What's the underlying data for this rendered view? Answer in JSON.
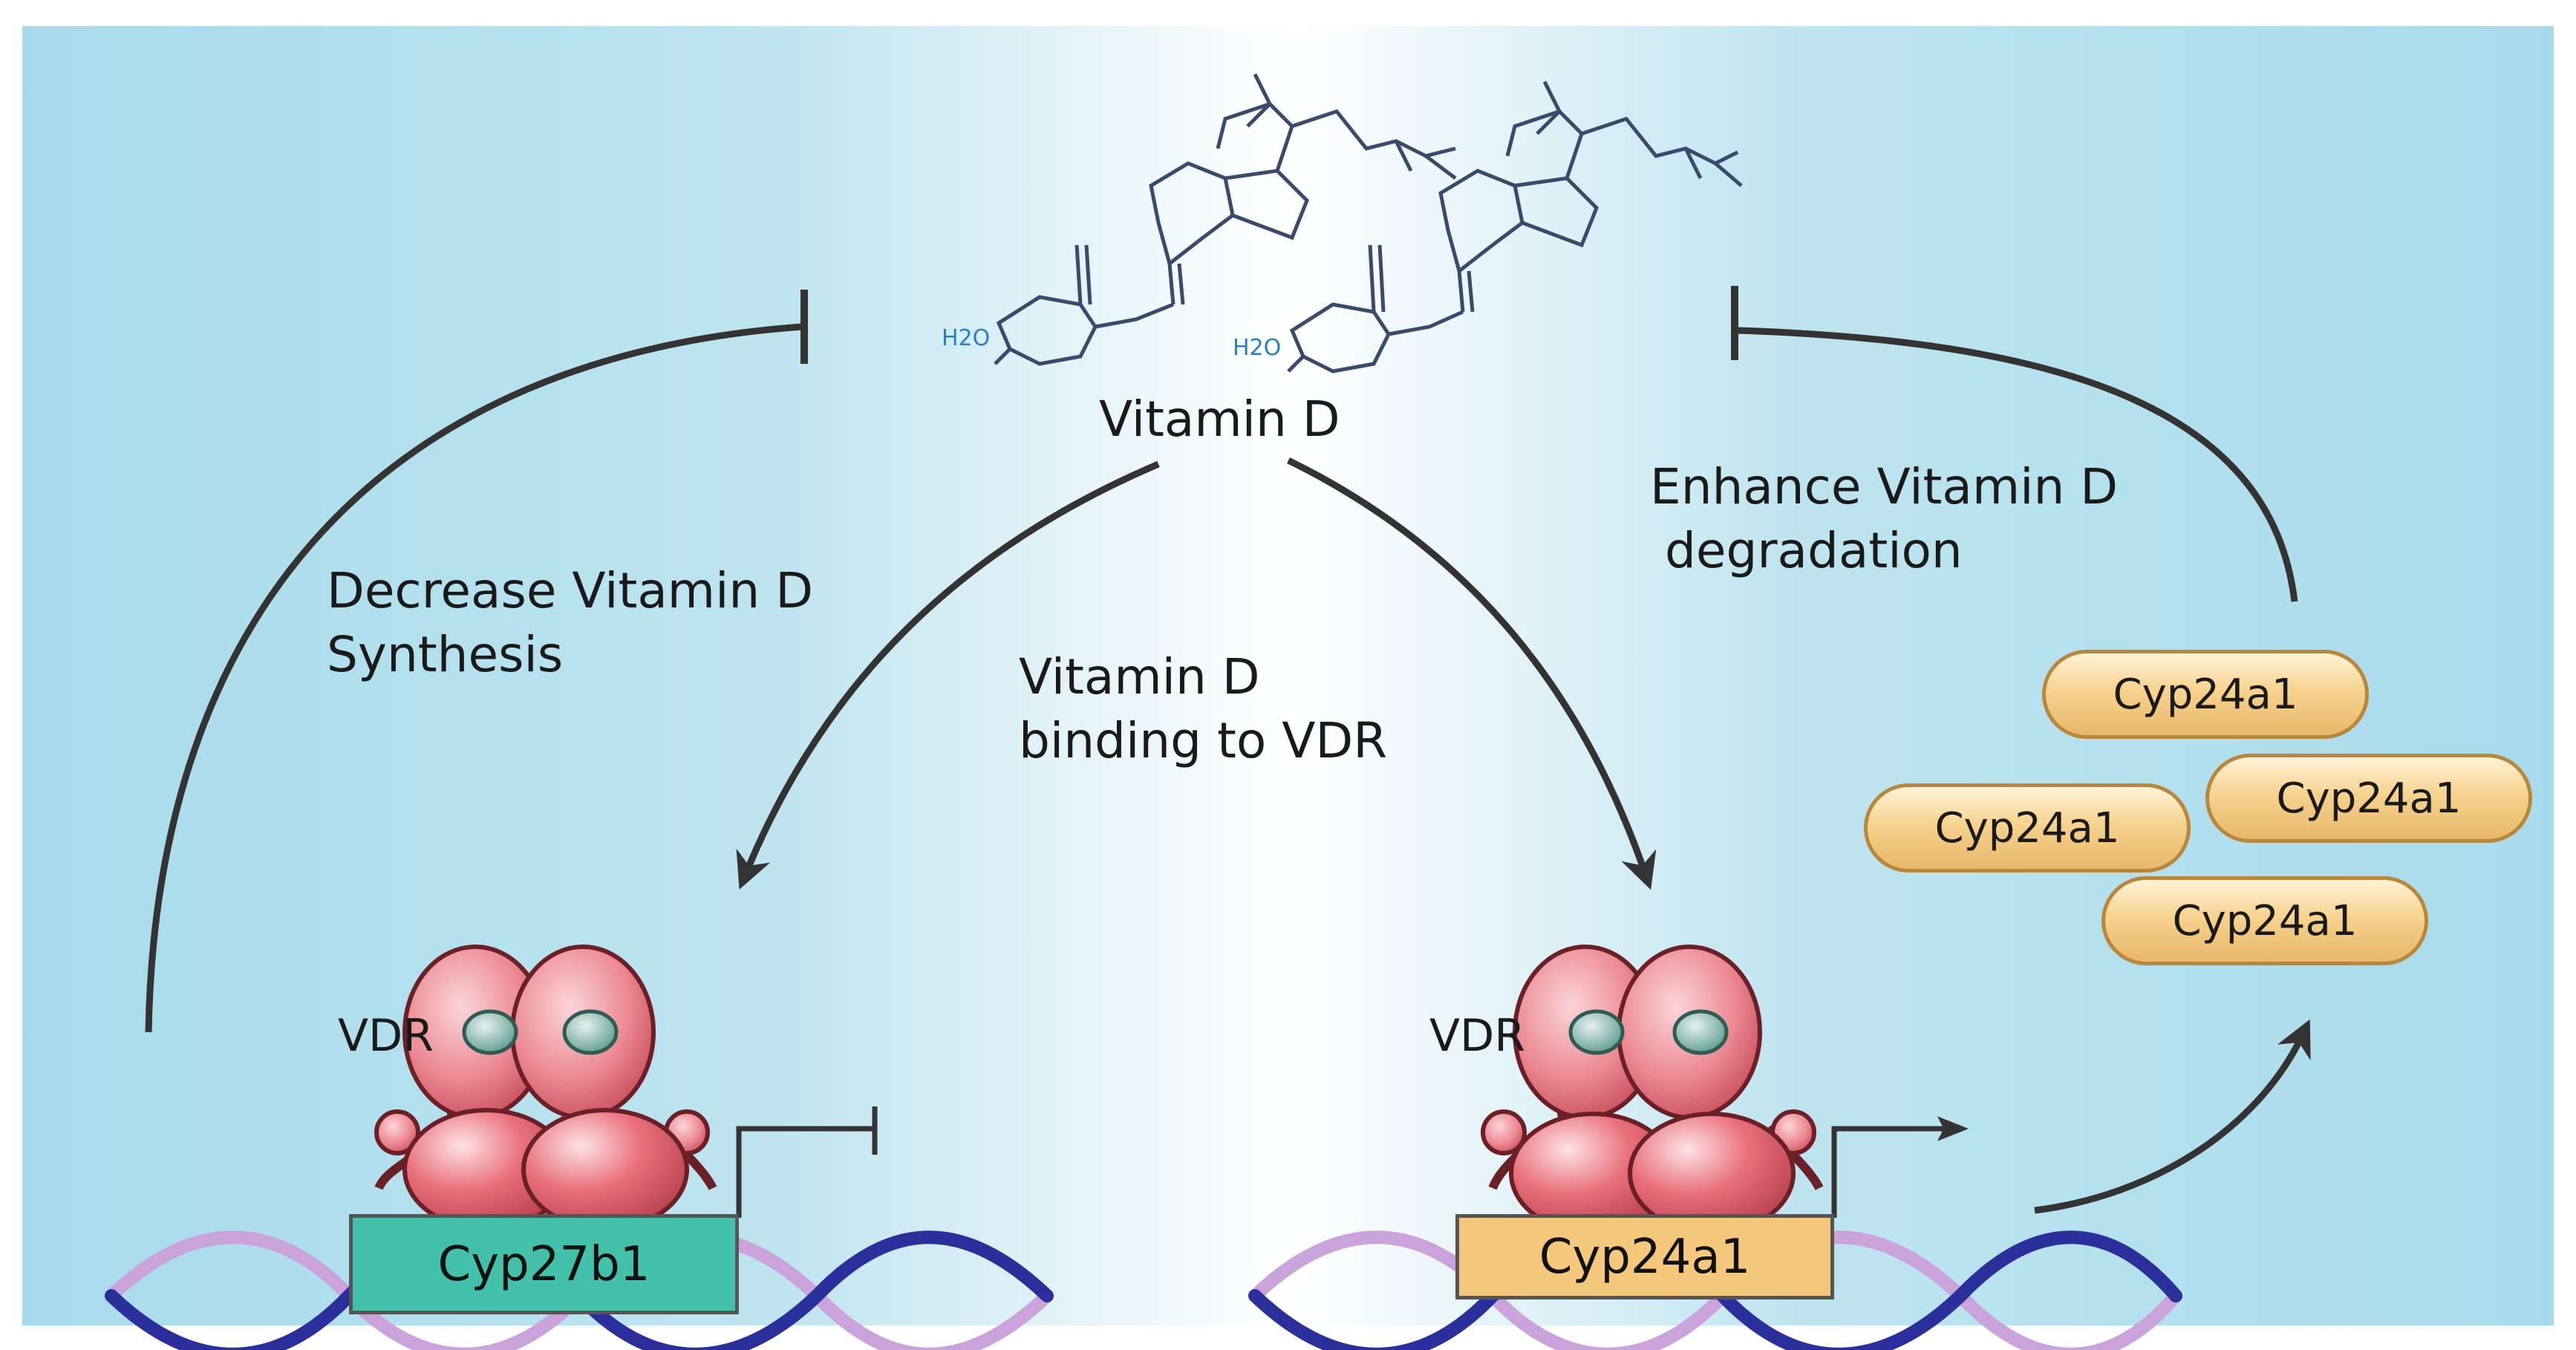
{
  "center": {
    "title": "Vitamin D"
  },
  "molecule": {
    "hydroxyl_left": "H2O",
    "hydroxyl_right": "H2O"
  },
  "left": {
    "arc_label_line1": "Decrease Vitamin D",
    "arc_label_line2": "Synthesis",
    "receptor_label": "VDR",
    "gene_label": "Cyp27b1",
    "gene_color": "#3dbfa8"
  },
  "middle": {
    "binding_label_line1": "Vitamin D",
    "binding_label_line2": "binding to VDR"
  },
  "right": {
    "arc_label_line1": "Enhance Vitamin D",
    "arc_label_line2": "degradation",
    "receptor_label": "VDR",
    "gene_label": "Cyp24a1",
    "gene_color": "#f4c87c",
    "proteins": [
      "Cyp24a1",
      "Cyp24a1",
      "Cyp24a1",
      "Cyp24a1"
    ]
  },
  "colors": {
    "background": "#a9dcec",
    "center_glow": "#ffffff",
    "vdr_fill": "#e8717c",
    "dna_dark": "#2b2f9c",
    "dna_light": "#c9a3d9",
    "arrow": "#333333"
  }
}
